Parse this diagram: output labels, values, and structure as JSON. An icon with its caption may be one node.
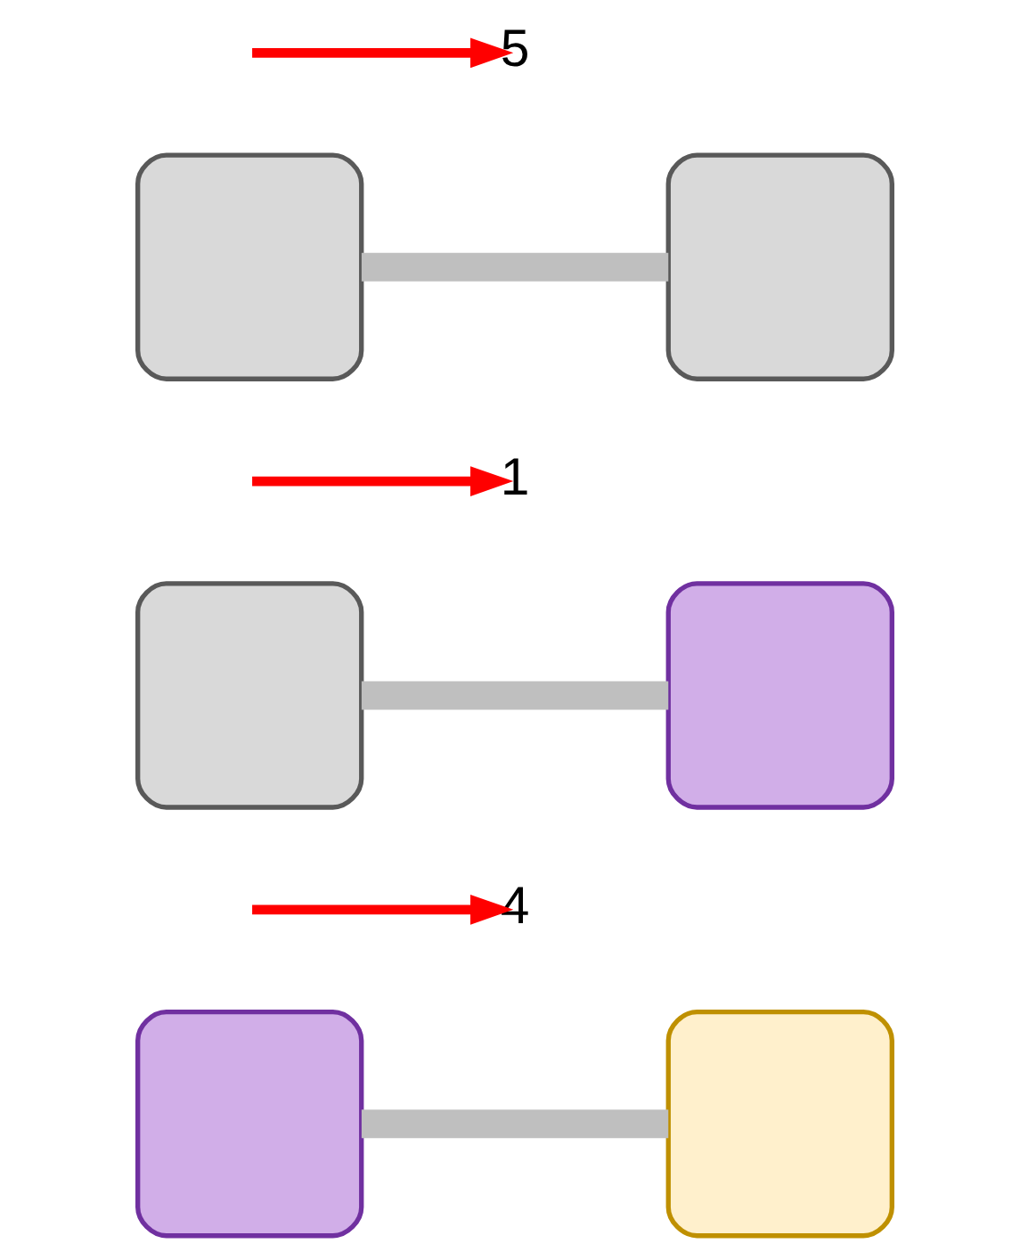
{
  "diagram": {
    "nodes": [
      {
        "text": [],
        "shape": "box"
      },
      {
        "text": [
          "4"
        ]
      },
      {
        "text": [],
        "shape": "box"
      },
      {
        "text": [],
        "shape": "box"
      },
      {
        "text": [
          "1"
        ]
      },
      {
        "text": [],
        "shape": "box"
      },
      {
        "text": [],
        "shape": "box"
      },
      {
        "text": [
          "5"
        ]
      },
      {
        "text": [],
        "shape": "box"
      }
    ],
    "edges": [
      {
        "from": 0,
        "to": 2,
        "arrow": "none",
        "style": "thick",
        "color": "#bfbfbf"
      },
      {
        "from": 3,
        "to": 5,
        "arrow": "none",
        "style": "thick",
        "color": "#bfbfbf"
      },
      {
        "from": 6,
        "to": 8,
        "arrow": "none",
        "style": "thick",
        "color": "#bfbfbf"
      },
      {
        "from": null,
        "to": 1,
        "arrow": "to",
        "color": "#ff0000"
      },
      {
        "from": null,
        "to": 4,
        "arrow": "to",
        "color": "#ff0000"
      },
      {
        "from": null,
        "to": 7,
        "arrow": "to",
        "color": "#ff0000"
      }
    ]
  }
}
